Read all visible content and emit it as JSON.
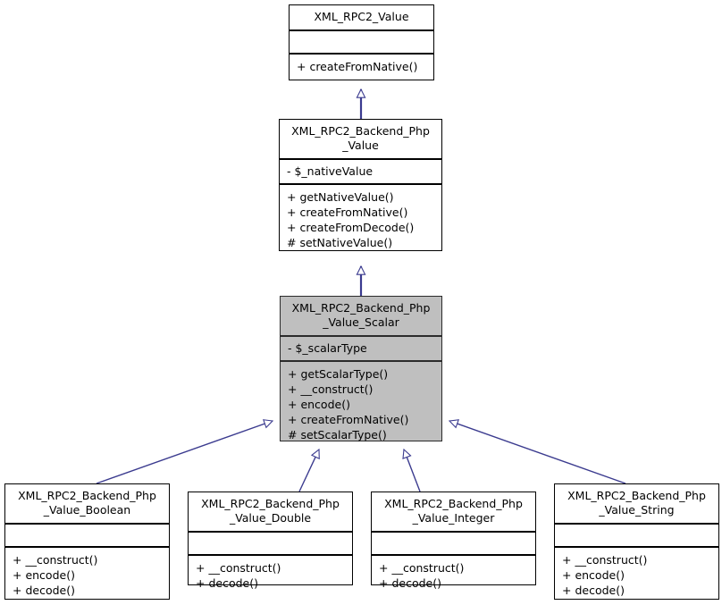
{
  "diagram": {
    "type": "uml-class-inheritance",
    "title": "XML_RPC2_Backend_Php_Value_Scalar inheritance diagram",
    "edge_color": "#3b3b8f",
    "highlight_fill": "#bfbfbf",
    "box_fill": "#ffffff",
    "border_color": "#000000",
    "relation": "generalization"
  },
  "classes": {
    "root": {
      "name": "XML_RPC2_Value",
      "attributes": "",
      "operations": "+ createFromNative()",
      "highlighted": false
    },
    "value": {
      "name": "XML_RPC2_Backend_Php\n_Value",
      "attributes": "- $_nativeValue",
      "operations": "+ getNativeValue()\n+ createFromNative()\n+ createFromDecode()\n# setNativeValue()",
      "highlighted": false
    },
    "scalar": {
      "name": "XML_RPC2_Backend_Php\n_Value_Scalar",
      "attributes": "- $_scalarType",
      "operations": "+ getScalarType()\n+ __construct()\n+ encode()\n+ createFromNative()\n# setScalarType()",
      "highlighted": true
    },
    "boolean": {
      "name": "XML_RPC2_Backend_Php\n_Value_Boolean",
      "attributes": "",
      "operations": "+ __construct()\n+ encode()\n+ decode()",
      "highlighted": false
    },
    "double": {
      "name": "XML_RPC2_Backend_Php\n_Value_Double",
      "attributes": "",
      "operations": "+ __construct()\n+ decode()",
      "highlighted": false
    },
    "integer": {
      "name": "XML_RPC2_Backend_Php\n_Value_Integer",
      "attributes": "",
      "operations": "+ __construct()\n+ decode()",
      "highlighted": false
    },
    "string": {
      "name": "XML_RPC2_Backend_Php\n_Value_String",
      "attributes": "",
      "operations": "+ __construct()\n+ encode()\n+ decode()",
      "highlighted": false
    }
  },
  "edges": [
    {
      "from": "value",
      "to": "root",
      "kind": "generalization"
    },
    {
      "from": "scalar",
      "to": "value",
      "kind": "generalization"
    },
    {
      "from": "boolean",
      "to": "scalar",
      "kind": "generalization"
    },
    {
      "from": "double",
      "to": "scalar",
      "kind": "generalization"
    },
    {
      "from": "integer",
      "to": "scalar",
      "kind": "generalization"
    },
    {
      "from": "string",
      "to": "scalar",
      "kind": "generalization"
    }
  ]
}
